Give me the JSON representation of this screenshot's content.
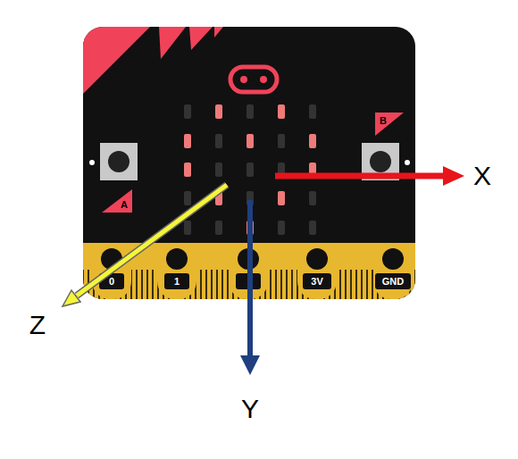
{
  "diagram": {
    "labels": [
      "A",
      "B",
      "0",
      "1",
      "3V",
      "GND",
      "X",
      "Y",
      "Z"
    ]
  }
}
